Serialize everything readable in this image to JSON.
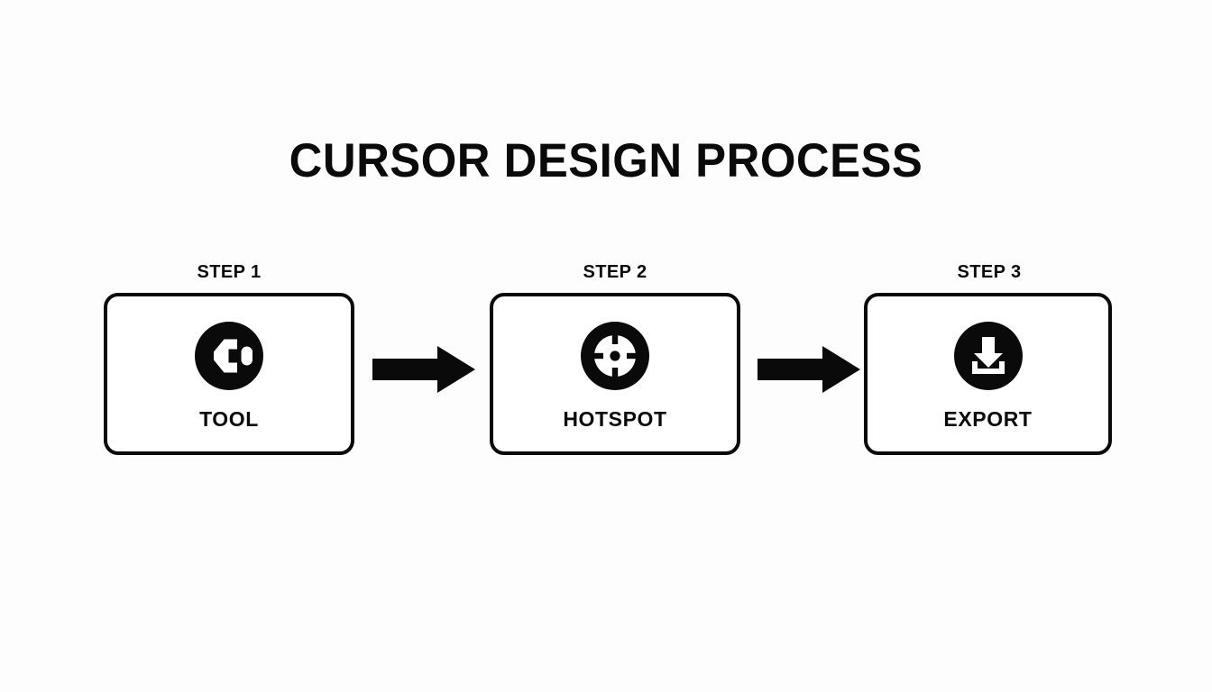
{
  "slide": {
    "title": "CURSOR DESIGN PROCESS",
    "background_color": "#fdfdfd",
    "foreground_color": "#0a0a0a"
  },
  "steps": [
    {
      "step_label": "STEP 1",
      "card_label": "TOOL",
      "icon": "tool-cursor-icon"
    },
    {
      "step_label": "STEP 2",
      "card_label": "HOTSPOT",
      "icon": "crosshair-target-icon"
    },
    {
      "step_label": "STEP 3",
      "card_label": "EXPORT",
      "icon": "download-icon"
    }
  ],
  "connectors": [
    {
      "name": "arrow-right-icon"
    },
    {
      "name": "arrow-right-icon"
    }
  ]
}
